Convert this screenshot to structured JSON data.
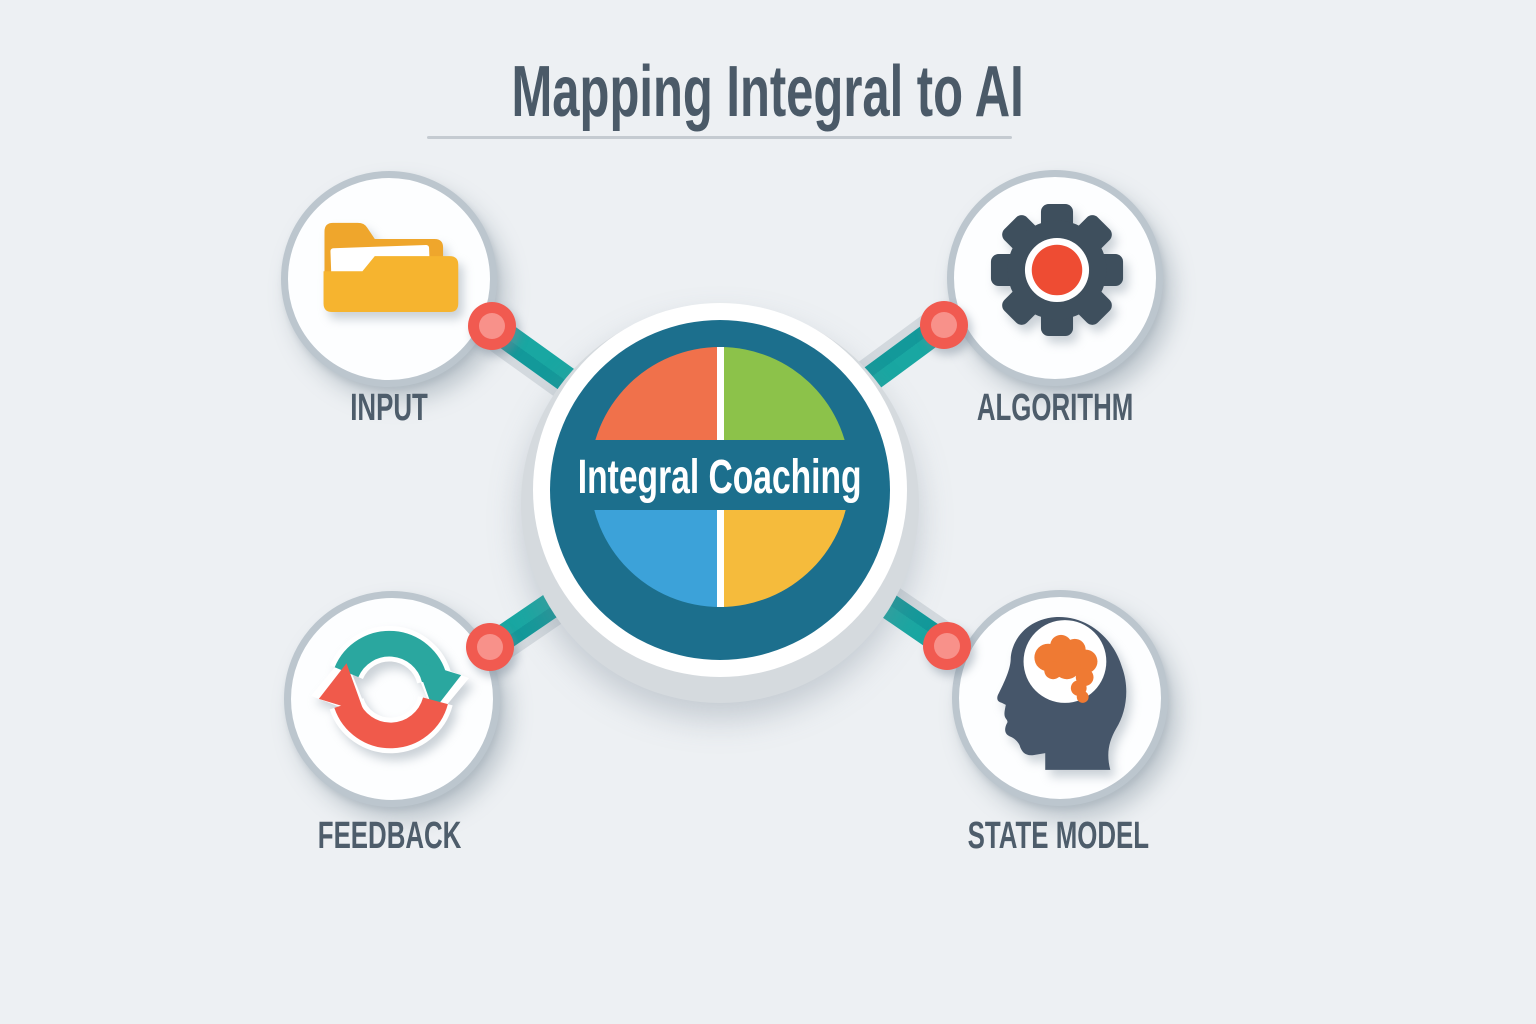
{
  "title": {
    "text": "Mapping Integral to AI"
  },
  "hub": {
    "label": "Integral Coaching",
    "quadrants": [
      {
        "position": "top-left",
        "color": "#f0714b"
      },
      {
        "position": "top-right",
        "color": "#8cc24a"
      },
      {
        "position": "bottom-left",
        "color": "#3ca2d9"
      },
      {
        "position": "bottom-right",
        "color": "#f5bb3c"
      }
    ]
  },
  "nodes": [
    {
      "id": "input",
      "label": "INPUT",
      "icon": "folder-icon"
    },
    {
      "id": "algorithm",
      "label": "ALGORITHM",
      "icon": "gear-icon"
    },
    {
      "id": "feedback",
      "label": "FEEDBACK",
      "icon": "cycle-arrows-icon"
    },
    {
      "id": "state_model",
      "label": "STATE MODEL",
      "icon": "head-brain-icon"
    }
  ],
  "theme": {
    "background": "#edf0f3",
    "title_color": "#4b5a68",
    "rule_color": "#c5cbd1",
    "hub_teal": "#1c6f8d",
    "hub_shadow": "#d5dade",
    "quad_orange": "#f0714b",
    "quad_green": "#8cc24a",
    "quad_blue": "#3ca2d9",
    "quad_yellow": "#f5bb3c",
    "connector": "#19a7a2",
    "connector_dark": "#13999a",
    "dot": "#f15a50",
    "dot_inner": "#f8918a",
    "node_bg": "#fdfeff",
    "node_border": "#bcc6ce",
    "label_color": "#4e5d6b",
    "slate": "#3e4f5d",
    "gear_center": "#ee4c33",
    "folder_back": "#efa62c",
    "folder_front": "#f6b42f",
    "arrow_teal": "#2aa79f",
    "arrow_red": "#f05a4b",
    "head_slate": "#46566a",
    "brain_orange": "#ef7a33"
  }
}
